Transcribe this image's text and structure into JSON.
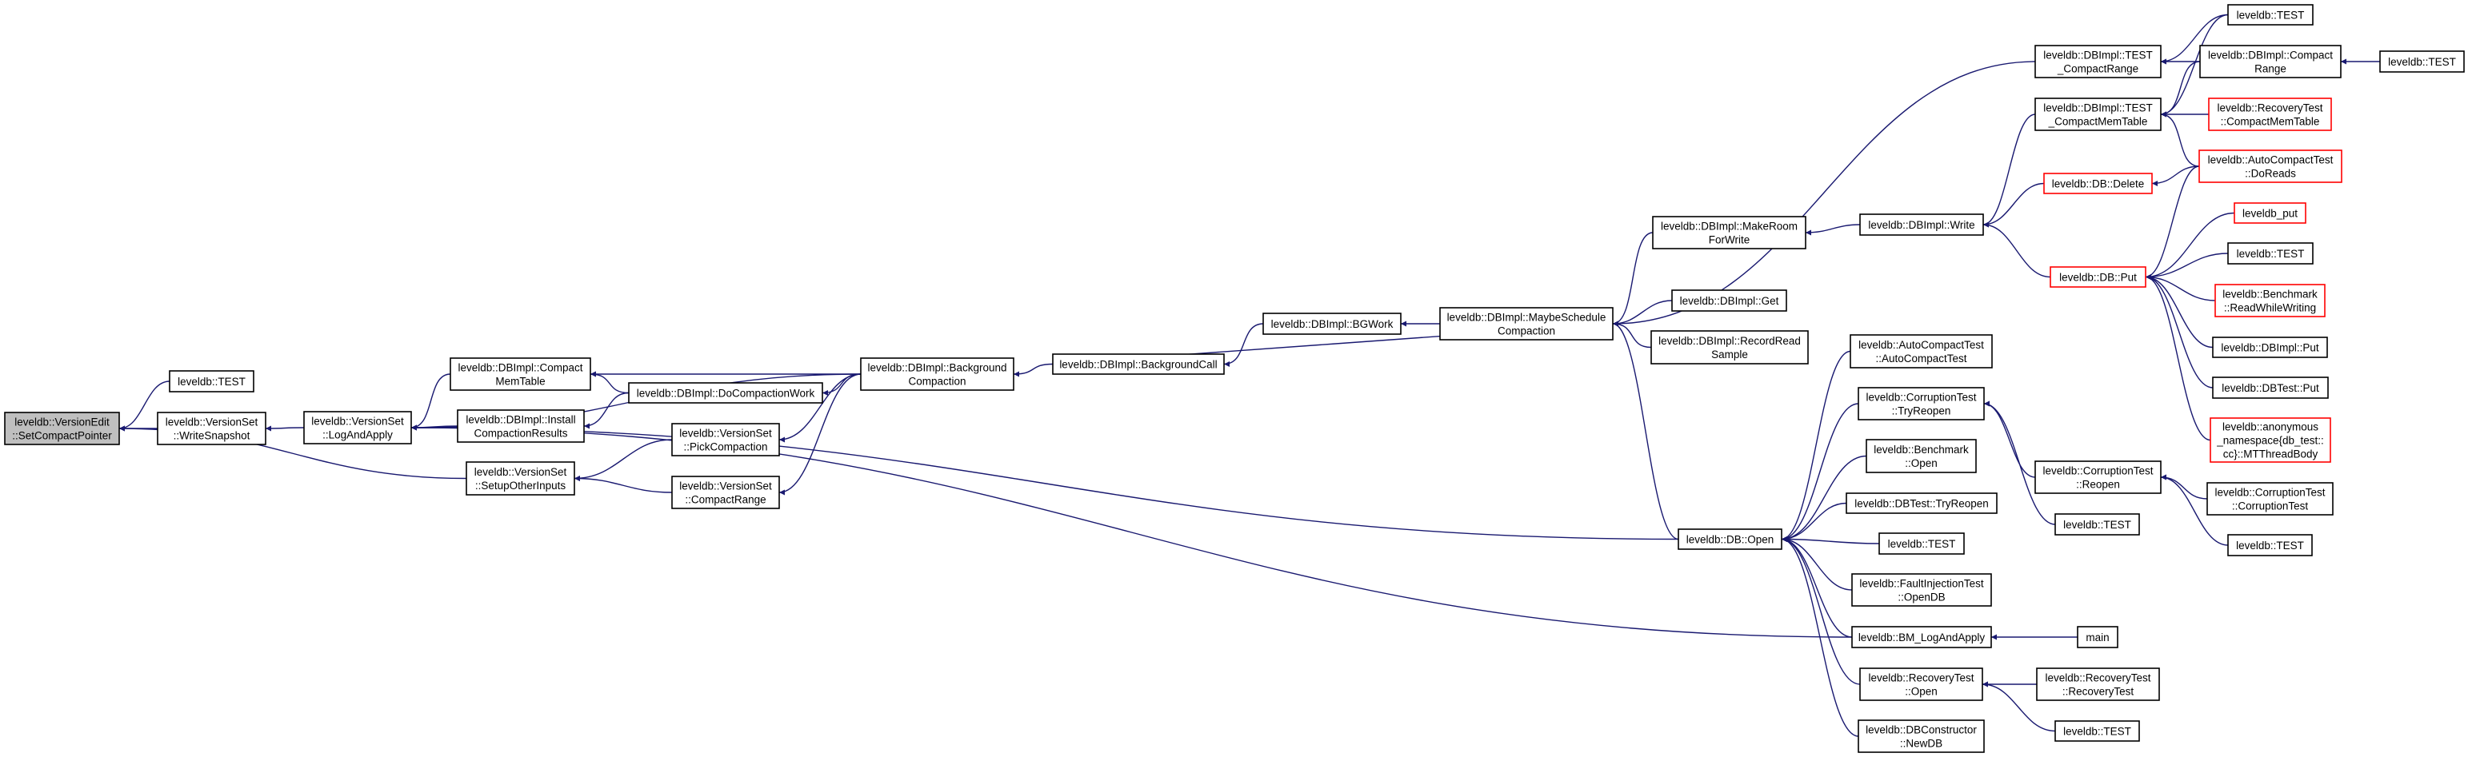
{
  "colors": {
    "edge": "#191970",
    "root_fill": "#bfbfbf",
    "missing_border": "#ff0000",
    "node_border": "#000000"
  },
  "nodes": [
    {
      "id": "root",
      "lines": [
        "leveldb::VersionEdit",
        "::SetCompactPointer"
      ],
      "kind": "root"
    },
    {
      "id": "t1",
      "lines": [
        "leveldb::TEST"
      ]
    },
    {
      "id": "ws",
      "lines": [
        "leveldb::VersionSet",
        "::WriteSnapshot"
      ]
    },
    {
      "id": "la",
      "lines": [
        "leveldb::VersionSet",
        "::LogAndApply"
      ]
    },
    {
      "id": "cmt",
      "lines": [
        "leveldb::DBImpl::Compact",
        "MemTable"
      ]
    },
    {
      "id": "dcw",
      "lines": [
        "leveldb::DBImpl::DoCompactionWork"
      ]
    },
    {
      "id": "icr",
      "lines": [
        "leveldb::DBImpl::Install",
        "CompactionResults"
      ]
    },
    {
      "id": "pc",
      "lines": [
        "leveldb::VersionSet",
        "::PickCompaction"
      ]
    },
    {
      "id": "soi",
      "lines": [
        "leveldb::VersionSet",
        "::SetupOtherInputs"
      ]
    },
    {
      "id": "vcr",
      "lines": [
        "leveldb::VersionSet",
        "::CompactRange"
      ]
    },
    {
      "id": "bc",
      "lines": [
        "leveldb::DBImpl::Background",
        "Compaction"
      ]
    },
    {
      "id": "bcall",
      "lines": [
        "leveldb::DBImpl::BackgroundCall"
      ]
    },
    {
      "id": "bgw",
      "lines": [
        "leveldb::DBImpl::BGWork"
      ]
    },
    {
      "id": "msc",
      "lines": [
        "leveldb::DBImpl::MaybeSchedule",
        "Compaction"
      ]
    },
    {
      "id": "mrw",
      "lines": [
        "leveldb::DBImpl::MakeRoom",
        "ForWrite"
      ]
    },
    {
      "id": "get",
      "lines": [
        "leveldb::DBImpl::Get"
      ]
    },
    {
      "id": "rrs",
      "lines": [
        "leveldb::DBImpl::RecordRead",
        "Sample"
      ]
    },
    {
      "id": "open",
      "lines": [
        "leveldb::DB::Open"
      ]
    },
    {
      "id": "tcr",
      "lines": [
        "leveldb::DBImpl::TEST",
        "_CompactRange"
      ]
    },
    {
      "id": "tcmt",
      "lines": [
        "leveldb::DBImpl::TEST",
        "_CompactMemTable"
      ]
    },
    {
      "id": "write",
      "lines": [
        "leveldb::DBImpl::Write"
      ]
    },
    {
      "id": "del",
      "lines": [
        "leveldb::DB::Delete"
      ],
      "kind": "missing"
    },
    {
      "id": "put",
      "lines": [
        "leveldb::DB::Put"
      ],
      "kind": "missing"
    },
    {
      "id": "t2",
      "lines": [
        "leveldb::TEST"
      ]
    },
    {
      "id": "dcr",
      "lines": [
        "leveldb::DBImpl::Compact",
        "Range"
      ]
    },
    {
      "id": "t3",
      "lines": [
        "leveldb::TEST"
      ]
    },
    {
      "id": "rtcmt",
      "lines": [
        "leveldb::RecoveryTest",
        "::CompactMemTable"
      ],
      "kind": "missing"
    },
    {
      "id": "dor",
      "lines": [
        "leveldb::AutoCompactTest",
        "::DoReads"
      ],
      "kind": "missing"
    },
    {
      "id": "lput",
      "lines": [
        "leveldb_put"
      ],
      "kind": "missing"
    },
    {
      "id": "t4",
      "lines": [
        "leveldb::TEST"
      ]
    },
    {
      "id": "rww",
      "lines": [
        "leveldb::Benchmark",
        "::ReadWhileWriting"
      ],
      "kind": "missing"
    },
    {
      "id": "dput",
      "lines": [
        "leveldb::DBImpl::Put"
      ]
    },
    {
      "id": "dtput",
      "lines": [
        "leveldb::DBTest::Put"
      ]
    },
    {
      "id": "mtt",
      "lines": [
        "leveldb::anonymous",
        "_namespace{db_test::",
        "cc}::MTThreadBody"
      ],
      "kind": "missing"
    },
    {
      "id": "act",
      "lines": [
        "leveldb::AutoCompactTest",
        "::AutoCompactTest"
      ]
    },
    {
      "id": "ctr",
      "lines": [
        "leveldb::CorruptionTest",
        "::TryReopen"
      ]
    },
    {
      "id": "bo",
      "lines": [
        "leveldb::Benchmark",
        "::Open"
      ]
    },
    {
      "id": "dttr",
      "lines": [
        "leveldb::DBTest::TryReopen"
      ]
    },
    {
      "id": "t5",
      "lines": [
        "leveldb::TEST"
      ]
    },
    {
      "id": "fi",
      "lines": [
        "leveldb::FaultInjectionTest",
        "::OpenDB"
      ]
    },
    {
      "id": "bm",
      "lines": [
        "leveldb::BM_LogAndApply"
      ]
    },
    {
      "id": "main",
      "lines": [
        "main"
      ]
    },
    {
      "id": "ro",
      "lines": [
        "leveldb::RecoveryTest",
        "::Open"
      ]
    },
    {
      "id": "ndb",
      "lines": [
        "leveldb::DBConstructor",
        "::NewDB"
      ]
    },
    {
      "id": "rr",
      "lines": [
        "leveldb::RecoveryTest",
        "::RecoveryTest"
      ]
    },
    {
      "id": "t6",
      "lines": [
        "leveldb::TEST"
      ]
    },
    {
      "id": "cre",
      "lines": [
        "leveldb::CorruptionTest",
        "::Reopen"
      ]
    },
    {
      "id": "t7",
      "lines": [
        "leveldb::TEST"
      ]
    },
    {
      "id": "cct",
      "lines": [
        "leveldb::CorruptionTest",
        "::CorruptionTest"
      ]
    },
    {
      "id": "t8",
      "lines": [
        "leveldb::TEST"
      ]
    }
  ],
  "calls": [
    [
      "t1",
      "root"
    ],
    [
      "ws",
      "root"
    ],
    [
      "soi",
      "root"
    ],
    [
      "la",
      "ws"
    ],
    [
      "cmt",
      "la"
    ],
    [
      "icr",
      "la"
    ],
    [
      "bc",
      "la"
    ],
    [
      "open",
      "la"
    ],
    [
      "bm",
      "la"
    ],
    [
      "bc",
      "cmt"
    ],
    [
      "dcw",
      "cmt"
    ],
    [
      "dcw",
      "icr"
    ],
    [
      "bc",
      "dcw"
    ],
    [
      "pc",
      "soi"
    ],
    [
      "vcr",
      "soi"
    ],
    [
      "bc",
      "pc"
    ],
    [
      "bc",
      "vcr"
    ],
    [
      "bcall",
      "bc"
    ],
    [
      "bgw",
      "bcall"
    ],
    [
      "msc",
      "bgw"
    ],
    [
      "bcall",
      "msc"
    ],
    [
      "tcr",
      "msc"
    ],
    [
      "mrw",
      "msc"
    ],
    [
      "get",
      "msc"
    ],
    [
      "rrs",
      "msc"
    ],
    [
      "open",
      "msc"
    ],
    [
      "write",
      "mrw"
    ],
    [
      "tcmt",
      "write"
    ],
    [
      "del",
      "write"
    ],
    [
      "put",
      "write"
    ],
    [
      "t2",
      "tcr"
    ],
    [
      "dcr",
      "tcr"
    ],
    [
      "t2",
      "tcmt"
    ],
    [
      "dcr",
      "tcmt"
    ],
    [
      "t3",
      "dcr"
    ],
    [
      "rtcmt",
      "tcmt"
    ],
    [
      "dor",
      "tcmt"
    ],
    [
      "dor",
      "del"
    ],
    [
      "dor",
      "put"
    ],
    [
      "lput",
      "put"
    ],
    [
      "t4",
      "put"
    ],
    [
      "rww",
      "put"
    ],
    [
      "dput",
      "put"
    ],
    [
      "dtput",
      "put"
    ],
    [
      "mtt",
      "put"
    ],
    [
      "act",
      "open"
    ],
    [
      "ctr",
      "open"
    ],
    [
      "bo",
      "open"
    ],
    [
      "dttr",
      "open"
    ],
    [
      "t5",
      "open"
    ],
    [
      "fi",
      "open"
    ],
    [
      "bm",
      "open"
    ],
    [
      "ro",
      "open"
    ],
    [
      "ndb",
      "open"
    ],
    [
      "main",
      "bm"
    ],
    [
      "cre",
      "ctr"
    ],
    [
      "t7",
      "ctr"
    ],
    [
      "cct",
      "cre"
    ],
    [
      "t8",
      "cre"
    ],
    [
      "rr",
      "ro"
    ],
    [
      "t6",
      "ro"
    ]
  ]
}
